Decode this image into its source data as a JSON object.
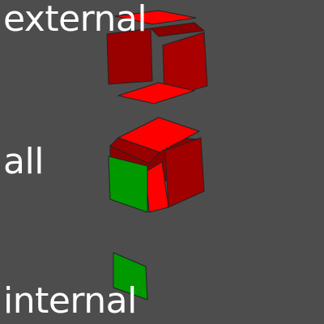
{
  "labels": {
    "external": "external",
    "all": "all",
    "internal": "internal"
  },
  "colors": {
    "background": "#4d4d4d",
    "external_face_light": "#ff0000",
    "external_face_dark": "#990000",
    "external_face_mid": "#cc0000",
    "internal_face": "#009900",
    "label_text": "#ffffff"
  }
}
